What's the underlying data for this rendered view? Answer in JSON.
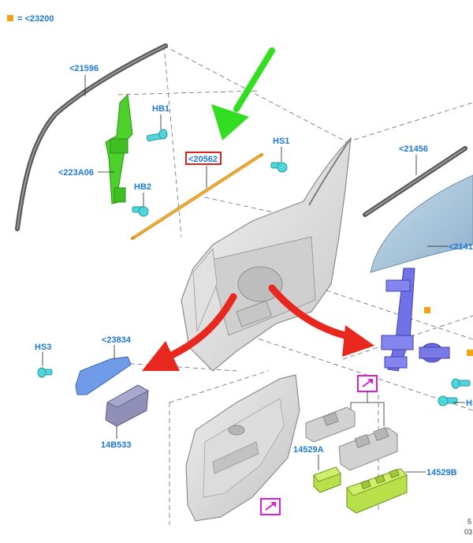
{
  "legend": {
    "text": "= <23200",
    "marker_color": "#f2a30f"
  },
  "labels": {
    "glass_run_channel": "<21596",
    "hb1": "HB1",
    "hs1": "HS1",
    "regulator_bracket": "<223A06",
    "hb2": "HB2",
    "belt_weatherstrip": "<20562",
    "outer_weatherstrip": "<21456",
    "door_glass": "<2141",
    "hs3": "HS3",
    "bracket_left": "<23834",
    "control_module": "14B533",
    "switch_single": "14529A",
    "switch_master": "14529B",
    "screw_right": "HS",
    "corner_top": "5",
    "corner_bottom": "03"
  },
  "colors": {
    "callout": "#1e78d2",
    "highlight_box": "#e0201b",
    "ref_box": "#d61fd6",
    "green_arrow": "#33dd22",
    "red_arrow": "#e8281e",
    "bracket_green": "#4cd12b",
    "weatherstrip_orange": "#d9941a",
    "regulator_blue": "#7272e8",
    "screw_cyan": "#4fd5dc",
    "switch_lime": "#b8e04a",
    "glass_blue": "#aac5dc",
    "door_gray": "#d9d9d9"
  },
  "icons": [
    "reference-arrow-icon",
    "reference-arrow-icon"
  ]
}
